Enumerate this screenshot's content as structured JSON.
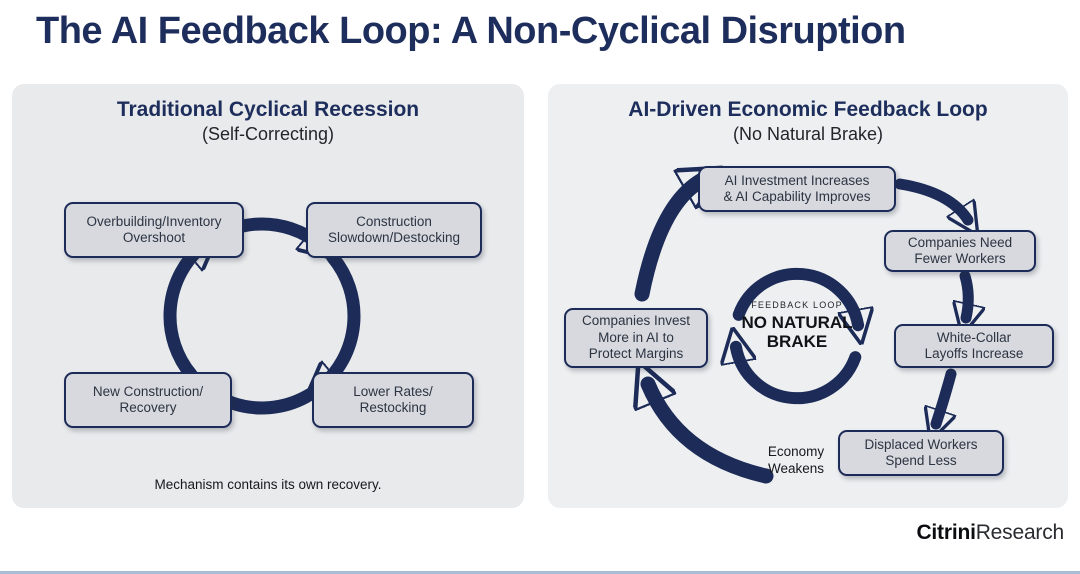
{
  "title": "The AI Feedback Loop: A Non-Cyclical Disruption",
  "left_panel": {
    "title": "Traditional Cyclical Recession",
    "subtitle": "(Self-Correcting)",
    "boxes": [
      {
        "label": "Overbuilding/Inventory\nOvershoot"
      },
      {
        "label": "Construction\nSlowdown/Destocking"
      },
      {
        "label": "Lower Rates/\nRestocking"
      },
      {
        "label": "New Construction/\nRecovery"
      }
    ],
    "caption": "Mechanism contains its own recovery."
  },
  "right_panel": {
    "title": "AI-Driven Economic Feedback Loop",
    "subtitle": "(No Natural Brake)",
    "boxes": [
      {
        "label": "AI Investment Increases\n& AI Capability Improves"
      },
      {
        "label": "Companies Need\nFewer Workers"
      },
      {
        "label": "White-Collar\nLayoffs Increase"
      },
      {
        "label": "Displaced Workers\nSpend Less"
      },
      {
        "label": "Companies Invest\nMore in AI to\nProtect Margins"
      }
    ],
    "floating_label": "Economy\nWeakens",
    "center": {
      "small_label": "FEEDBACK LOOP",
      "big_label": "NO NATURAL\nBRAKE"
    }
  },
  "footer": {
    "brand_bold": "Citrini",
    "brand_light": "Research"
  },
  "colors": {
    "navy": "#1c2b57",
    "title_navy": "#1e2e5c",
    "panel_bg_left": "#e9eaec",
    "panel_bg_right": "#edeff1",
    "box_bg": "#d7d9de",
    "box_border": "#1c2b57",
    "box_text": "#2c3442",
    "background": "#ffffff"
  }
}
